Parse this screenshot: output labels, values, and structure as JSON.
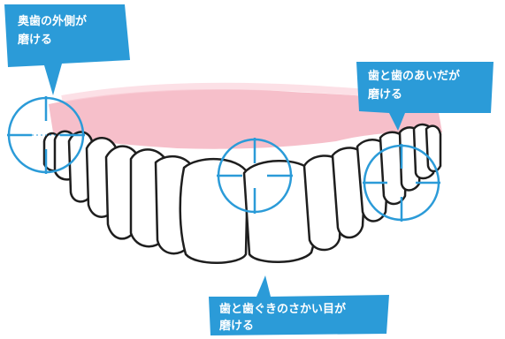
{
  "callouts": {
    "back_teeth": {
      "line1": "奥歯の外側が",
      "line2": "磨ける"
    },
    "between_teeth": {
      "line1": "歯と歯のあいだが",
      "line2": "磨ける"
    },
    "gumline": {
      "line1": "歯と歯ぐきのさかい目が",
      "line2": "磨ける"
    }
  },
  "colors": {
    "callout": "#2b9bd8",
    "target": "#2b9bd8",
    "gum": "#f5b8c4",
    "tooth_outline": "#1e1e1e",
    "tooth_fill": "#ffffff"
  }
}
